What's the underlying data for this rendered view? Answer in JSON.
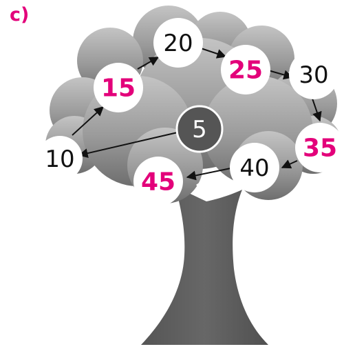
{
  "label": "c)",
  "colors": {
    "answer": "#e3007a",
    "given_text": "#111111",
    "node_fill": "#ffffff",
    "start_node_fill": "#555555",
    "tree_dark": "#5a5a5a",
    "tree_light": "#bdbdbd"
  },
  "nodes": [
    {
      "id": "n5",
      "value": "5",
      "kind": "start"
    },
    {
      "id": "n10",
      "value": "10",
      "kind": "given"
    },
    {
      "id": "n15",
      "value": "15",
      "kind": "answer"
    },
    {
      "id": "n20",
      "value": "20",
      "kind": "given"
    },
    {
      "id": "n25",
      "value": "25",
      "kind": "answer"
    },
    {
      "id": "n30",
      "value": "30",
      "kind": "given"
    },
    {
      "id": "n35",
      "value": "35",
      "kind": "answer"
    },
    {
      "id": "n40",
      "value": "40",
      "kind": "given"
    },
    {
      "id": "n45",
      "value": "45",
      "kind": "answer"
    }
  ],
  "arrows": [
    {
      "from": "5",
      "to": "10"
    },
    {
      "from": "10",
      "to": "15"
    },
    {
      "from": "15",
      "to": "20"
    },
    {
      "from": "20",
      "to": "25"
    },
    {
      "from": "25",
      "to": "30"
    },
    {
      "from": "30",
      "to": "35"
    },
    {
      "from": "35",
      "to": "40"
    },
    {
      "from": "40",
      "to": "45"
    }
  ]
}
